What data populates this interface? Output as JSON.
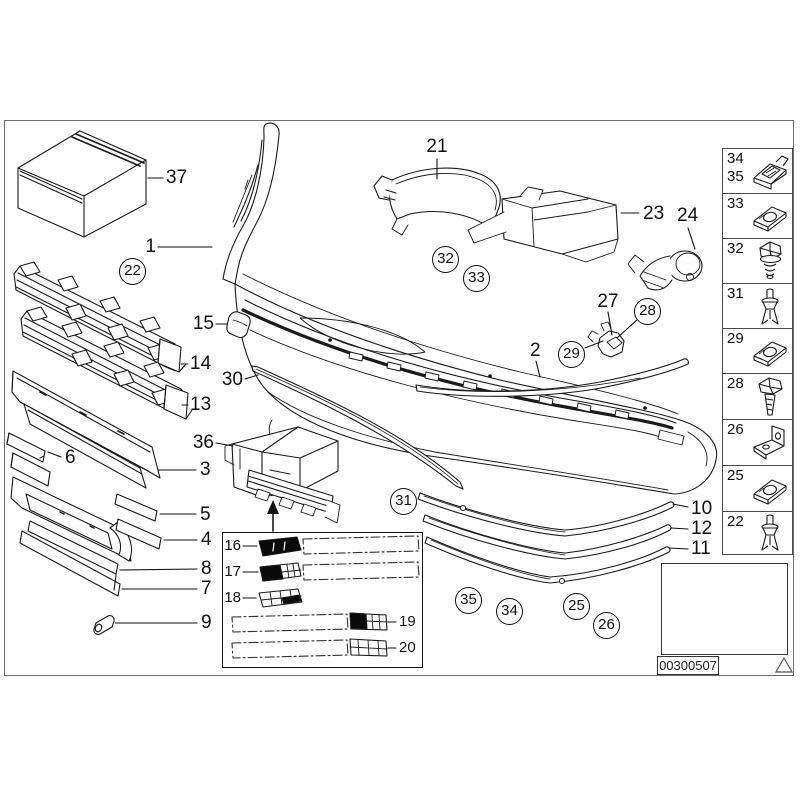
{
  "figure": {
    "kind": "vehicle front bumper trim parts diagram",
    "diagram_code": "00300507"
  },
  "labels": {
    "p37": "37",
    "p1": "1",
    "p15": "15",
    "p14": "14",
    "p13": "13",
    "p30": "30",
    "p36": "36",
    "p3": "3",
    "p6": "6",
    "p5": "5",
    "p4": "4",
    "p8": "8",
    "p7": "7",
    "p9": "9",
    "p21": "21",
    "p23": "23",
    "p24": "24",
    "p27": "27",
    "p2": "2",
    "p10": "10",
    "p12": "12",
    "p11": "11",
    "i16": "16",
    "i17": "17",
    "i18": "18",
    "i19": "19",
    "i20": "20"
  },
  "callouts": {
    "c22": "22",
    "c32": "32",
    "c33": "33",
    "c28": "28",
    "c29": "29",
    "c31": "31",
    "c35": "35",
    "c34": "34",
    "c25": "25",
    "c26": "26"
  },
  "sidebar": {
    "cells": [
      {
        "num1": "34",
        "num2": "35",
        "icon": "cage-nut-clip"
      },
      {
        "num1": "33",
        "icon": "speed-nut"
      },
      {
        "num1": "32",
        "icon": "hex-bolt-washer"
      },
      {
        "num1": "31",
        "icon": "expansion-rivet"
      },
      {
        "num1": "29",
        "icon": "speed-nut"
      },
      {
        "num1": "28",
        "icon": "hex-screw"
      },
      {
        "num1": "26",
        "icon": "angle-bracket"
      },
      {
        "num1": "25",
        "icon": "speed-nut"
      },
      {
        "num1": "22",
        "icon": "expansion-rivet"
      }
    ]
  },
  "footer": {
    "diagram_code": "00300507"
  }
}
